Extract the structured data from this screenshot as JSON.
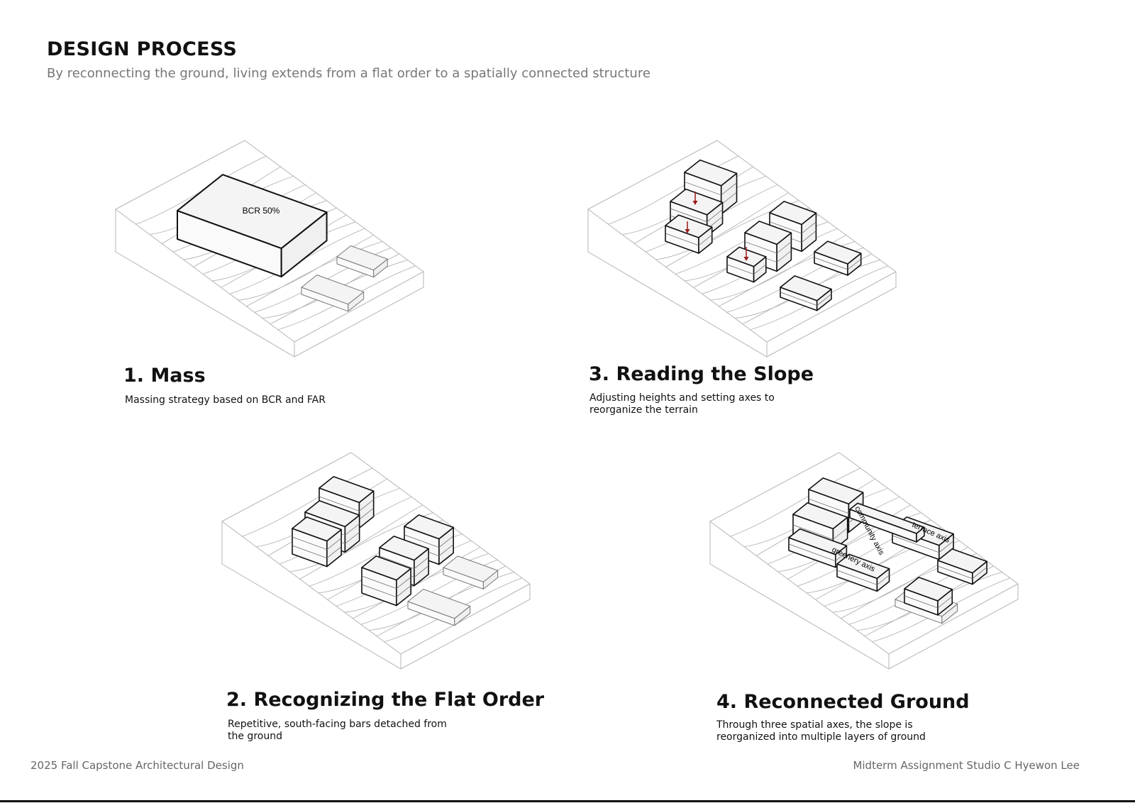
{
  "header": {
    "title": "DESIGN PROCESS",
    "subtitle": "By reconnecting the ground, living extends from a flat order to a spatially connected structure"
  },
  "steps": [
    {
      "title": "1. Mass",
      "description": "Massing strategy based on BCR and FAR",
      "label": "BCR 50%"
    },
    {
      "title": "2. Recognizing the Flat Order",
      "description_lines": [
        "Repetitive, south-facing bars detached from",
        "the ground"
      ]
    },
    {
      "title": "3. Reading the Slope",
      "description_lines": [
        "Adjusting heights and setting axes to",
        "reorganize the terrain"
      ]
    },
    {
      "title": "4. Reconnected Ground",
      "description_lines": [
        "Through three spatial axes, the slope is",
        "reorganized into multiple layers of ground"
      ],
      "axes": [
        "community axis",
        "terrace axis",
        "greenery axis"
      ]
    }
  ],
  "footer": {
    "left": "2025 Fall Capstone Architectural Design",
    "right": "Midterm Assignment Studio C  Hyewon Lee"
  },
  "colors": {
    "arrow": "#9b1b1b",
    "terrain": "#b5b5b5",
    "mass_fill": "#f4f4f4"
  }
}
